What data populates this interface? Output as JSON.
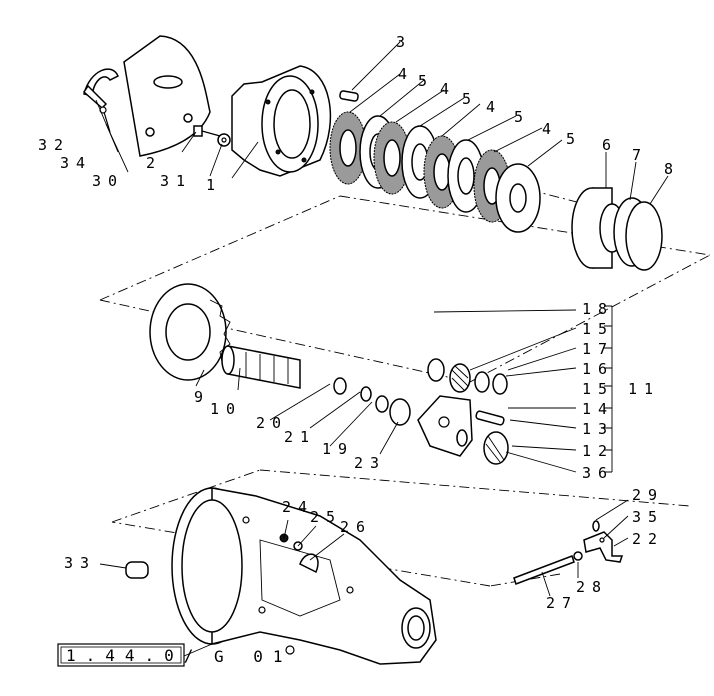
{
  "labels": {
    "n1": "1",
    "n2": "2",
    "n3": "3",
    "n4a": "4",
    "n4b": "4",
    "n4c": "4",
    "n4d": "4",
    "n5a": "5",
    "n5b": "5",
    "n5c": "5",
    "n5d": "5",
    "n6": "6",
    "n7": "7",
    "n8": "8",
    "n9": "9",
    "n10": "10",
    "n11": "11",
    "n12": "12",
    "n13": "13",
    "n14": "14",
    "n15a": "15",
    "n15b": "15",
    "n16": "16",
    "n17": "17",
    "n18": "18",
    "n19": "19",
    "n20": "20",
    "n21": "21",
    "n22": "22",
    "n23": "23",
    "n24": "24",
    "n25": "25",
    "n26": "26",
    "n27": "27",
    "n28": "28",
    "n29": "29",
    "n30": "30",
    "n31": "31",
    "n32": "32",
    "n33": "33",
    "n34": "34",
    "n35": "35",
    "n36": "36"
  },
  "reference": {
    "code": "1.44.0/",
    "group": "G 01"
  }
}
